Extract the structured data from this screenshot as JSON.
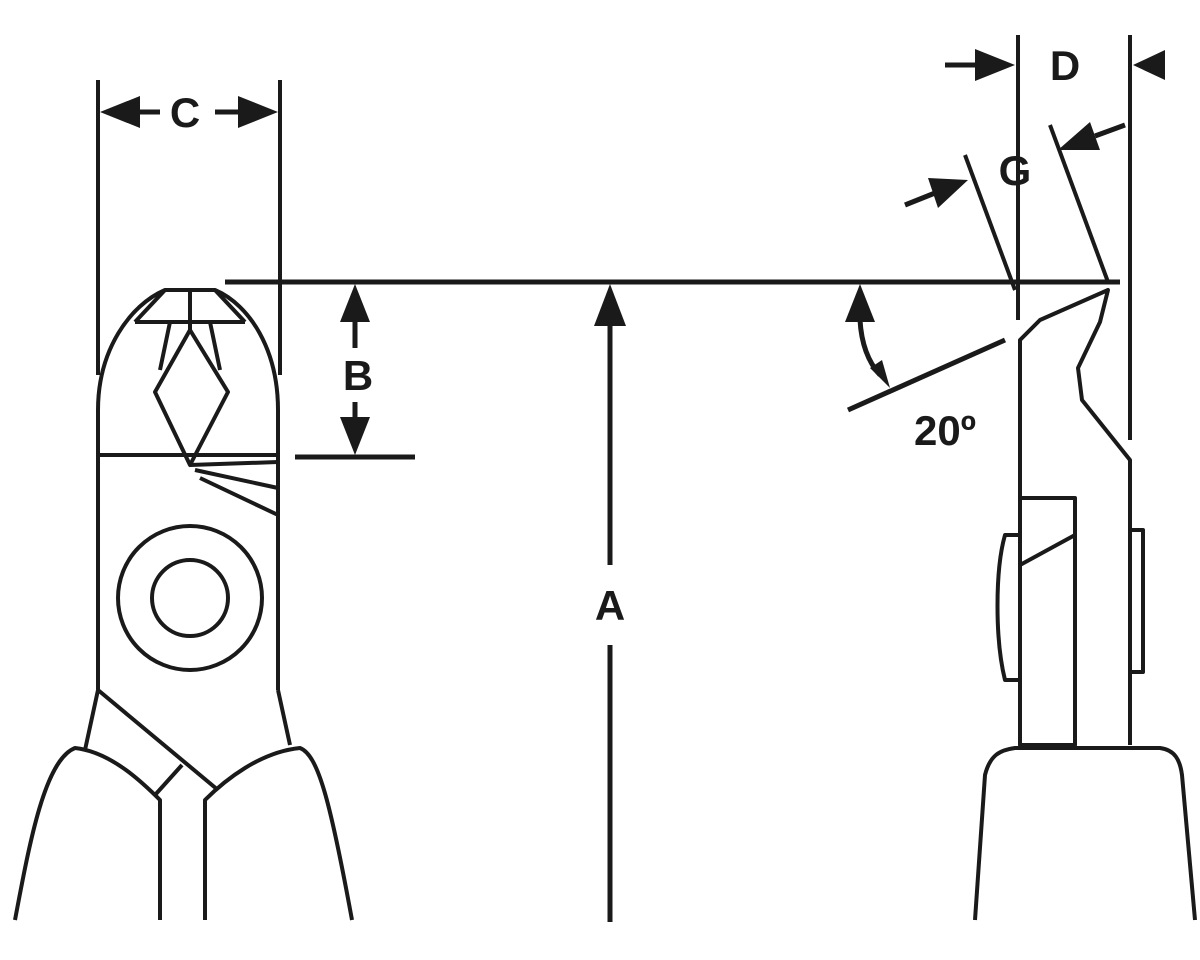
{
  "diagram": {
    "labels": {
      "A": "A",
      "B": "B",
      "C": "C",
      "D": "D",
      "G": "G",
      "angle": "20º"
    },
    "colors": {
      "line": "#1a1a1a",
      "background": "#ffffff"
    }
  }
}
